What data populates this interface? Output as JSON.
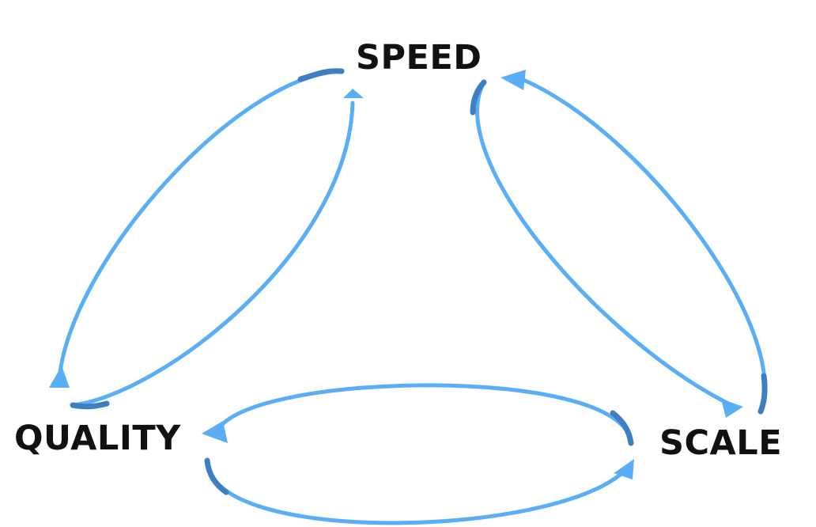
{
  "nodes": {
    "speed": "SPEED",
    "quality": "QUALITY",
    "scale": "SCALE"
  },
  "colors": {
    "arrow_light": "#5aaef5",
    "arrow_dark": "#3d7fc0",
    "label": "#111111",
    "background": "#ffffff"
  },
  "edges": [
    {
      "from": "speed",
      "to": "quality"
    },
    {
      "from": "quality",
      "to": "speed"
    },
    {
      "from": "speed",
      "to": "scale"
    },
    {
      "from": "scale",
      "to": "speed"
    },
    {
      "from": "scale",
      "to": "quality"
    },
    {
      "from": "quality",
      "to": "scale"
    }
  ]
}
